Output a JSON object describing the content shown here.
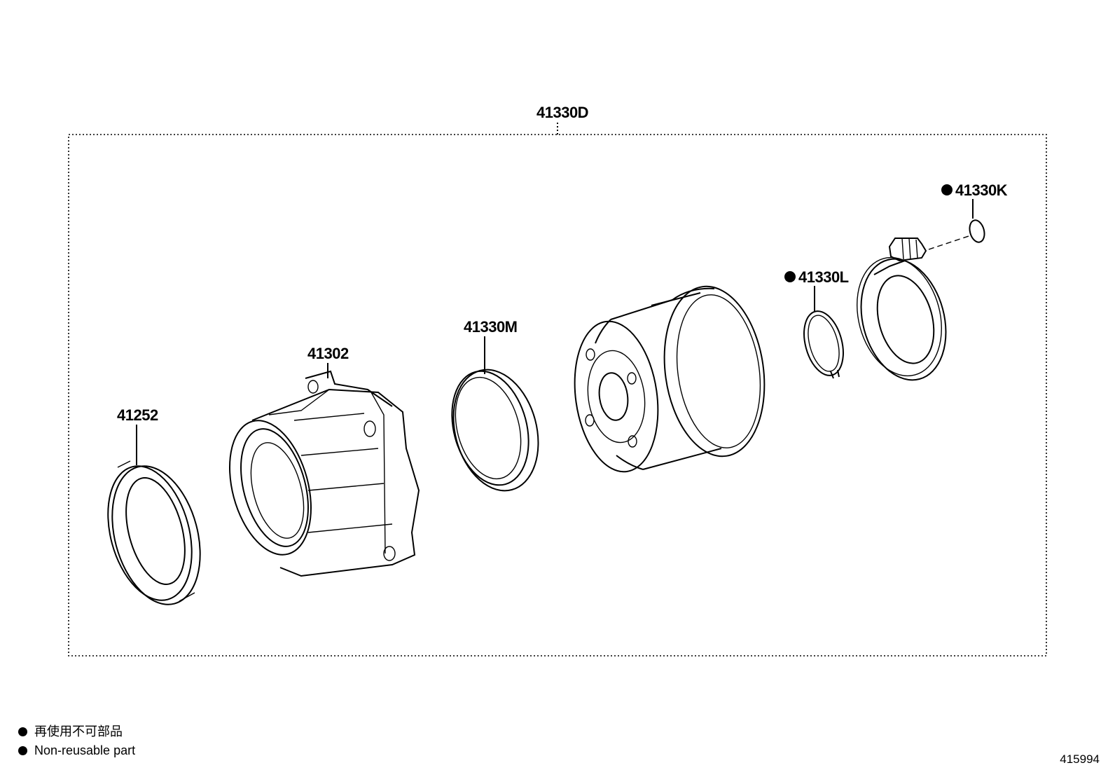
{
  "diagram": {
    "assembly_label": "41330D",
    "parts": [
      {
        "id": "41252",
        "non_reusable": false
      },
      {
        "id": "41302",
        "non_reusable": false
      },
      {
        "id": "41330M",
        "non_reusable": false
      },
      {
        "id": "41330L",
        "non_reusable": true
      },
      {
        "id": "41330K",
        "non_reusable": true
      }
    ]
  },
  "legend": {
    "symbol": "●",
    "japanese": "再使用不可部品",
    "english": "Non-reusable part"
  },
  "reference_code": "415994"
}
